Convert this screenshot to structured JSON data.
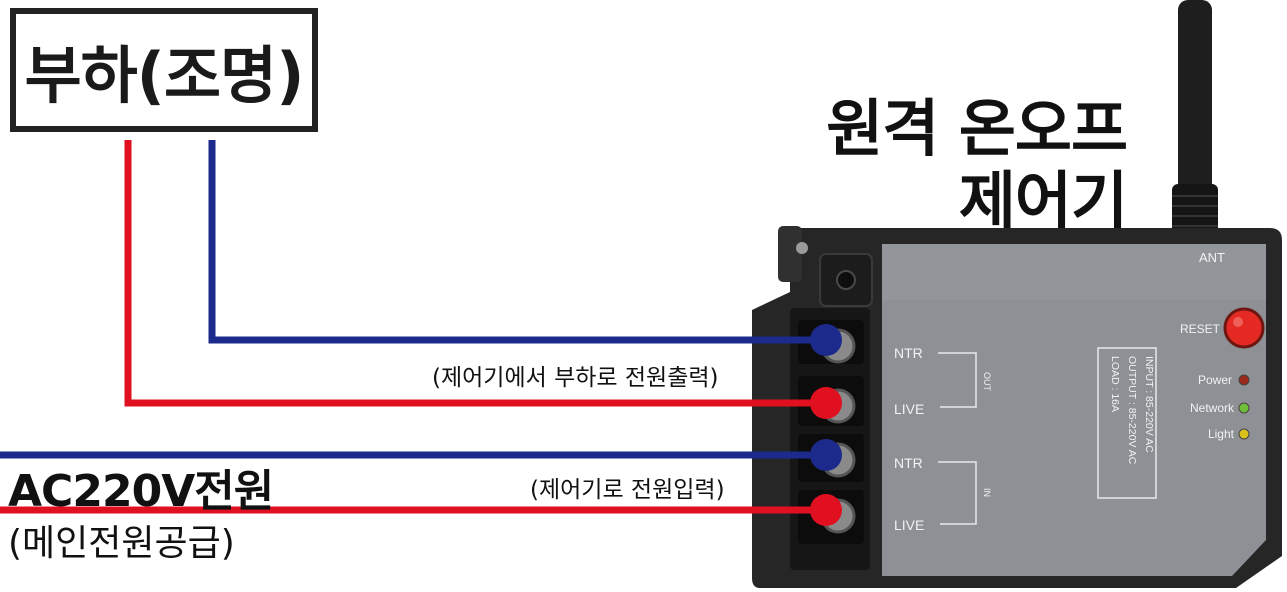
{
  "load_label": "부하(조명)",
  "device_title_line1": "원격 온오프",
  "device_title_line2": "제어기",
  "caption_output": "(제어기에서 부하로 전원출력)",
  "caption_input": "(제어기로 전원입력)",
  "ac_power_title": "AC220V전원",
  "ac_power_subtitle": "(메인전원공급)",
  "device": {
    "ant_label": "ANT",
    "reset_label": "RESET",
    "leds": [
      {
        "label": "Power",
        "color": "#9a2a1e"
      },
      {
        "label": "Network",
        "color": "#6fbf3a"
      },
      {
        "label": "Light",
        "color": "#d8c21a"
      }
    ],
    "terminal_labels": {
      "out_ntr": "NTR",
      "out_live": "LIVE",
      "out_group": "OUT",
      "in_ntr": "NTR",
      "in_live": "LIVE",
      "in_group": "IN"
    },
    "spec_lines": [
      "INPUT  :  85-220V  AC",
      "OUTPUT :  85-220V  AC",
      "LOAD   :  16A"
    ]
  },
  "colors": {
    "neutral_wire": "#1c2a8c",
    "live_wire": "#e01020",
    "device_body": "#2b2b2b",
    "device_panel": "#8d9094"
  }
}
